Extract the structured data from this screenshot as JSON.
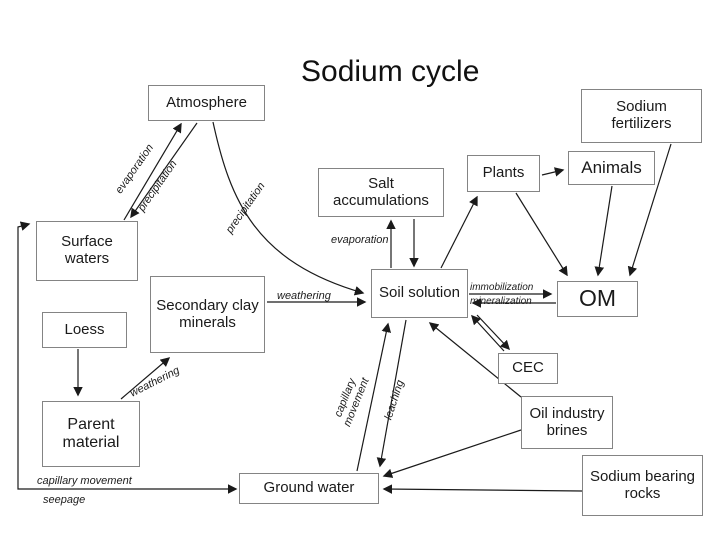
{
  "title": "Sodium cycle",
  "colors": {
    "background": "#ffffff",
    "box_border": "#848484",
    "arrow": "#1a1a1a",
    "text": "#1a1a1a"
  },
  "nodes": {
    "atmosphere": {
      "label": "Atmosphere"
    },
    "sodium_fertilizers": {
      "label": "Sodium fertilizers"
    },
    "plants": {
      "label": "Plants"
    },
    "animals": {
      "label": "Animals"
    },
    "salt_accumulations": {
      "label": "Salt accumulations"
    },
    "surface_waters": {
      "label": "Surface waters"
    },
    "soil_solution": {
      "label": "Soil solution"
    },
    "om": {
      "label": "OM"
    },
    "secondary_clay_minerals": {
      "label": "Secondary clay minerals"
    },
    "loess": {
      "label": "Loess"
    },
    "cec": {
      "label": "CEC"
    },
    "parent_material": {
      "label": "Parent material"
    },
    "oil_industry_brines": {
      "label": "Oil industry brines"
    },
    "ground_water": {
      "label": "Ground water"
    },
    "sodium_bearing_rocks": {
      "label": "Sodium bearing rocks"
    }
  },
  "edge_labels": {
    "evaporation_to_atmosphere": "evaporation",
    "precipitation_to_surface": "precipitation",
    "precipitation_to_soil": "precipitation",
    "evaporation_to_salt": "evaporation",
    "weathering_clay_to_soil": "weathering",
    "immobilization": "immobilization",
    "mineralization": "mineralization",
    "weathering_parent_to_clay": "weathering",
    "capillary_l1": "capillary",
    "capillary_l2": "movement",
    "leaching": "leaching",
    "capillary_movement_bottom": "capillary  movement",
    "seepage": "seepage"
  },
  "edges": [
    {
      "from": "surface_waters",
      "to": "atmosphere",
      "label": "evaporation"
    },
    {
      "from": "atmosphere",
      "to": "surface_waters",
      "label": "precipitation"
    },
    {
      "from": "atmosphere",
      "to": "soil_solution",
      "label": "precipitation",
      "style": "curved"
    },
    {
      "from": "soil_solution",
      "to": "salt_accumulations",
      "label": "evaporation"
    },
    {
      "from": "salt_accumulations",
      "to": "soil_solution",
      "label": ""
    },
    {
      "from": "soil_solution",
      "to": "plants",
      "label": ""
    },
    {
      "from": "plants",
      "to": "animals",
      "label": ""
    },
    {
      "from": "plants",
      "to": "om",
      "label": ""
    },
    {
      "from": "animals",
      "to": "om",
      "label": ""
    },
    {
      "from": "sodium_fertilizers",
      "to": "om",
      "label": ""
    },
    {
      "from": "soil_solution",
      "to": "om",
      "label": "immobilization"
    },
    {
      "from": "om",
      "to": "soil_solution",
      "label": "mineralization"
    },
    {
      "from": "secondary_clay_minerals",
      "to": "soil_solution",
      "label": "weathering"
    },
    {
      "from": "parent_material",
      "to": "secondary_clay_minerals",
      "label": "weathering"
    },
    {
      "from": "loess",
      "to": "parent_material",
      "label": ""
    },
    {
      "from": "ground_water",
      "to": "soil_solution",
      "label": "capillary movement"
    },
    {
      "from": "soil_solution",
      "to": "ground_water",
      "label": "leaching"
    },
    {
      "from": "oil_industry_brines",
      "to": "soil_solution",
      "label": ""
    },
    {
      "from": "cec",
      "to": "soil_solution",
      "label": ""
    },
    {
      "from": "soil_solution",
      "to": "cec",
      "label": ""
    },
    {
      "from": "oil_industry_brines",
      "to": "ground_water",
      "label": ""
    },
    {
      "from": "sodium_bearing_rocks",
      "to": "ground_water",
      "label": ""
    },
    {
      "from": "ground_water",
      "to": "surface_waters",
      "label": "capillary movement / seepage",
      "style": "elbow-double-headed"
    }
  ]
}
